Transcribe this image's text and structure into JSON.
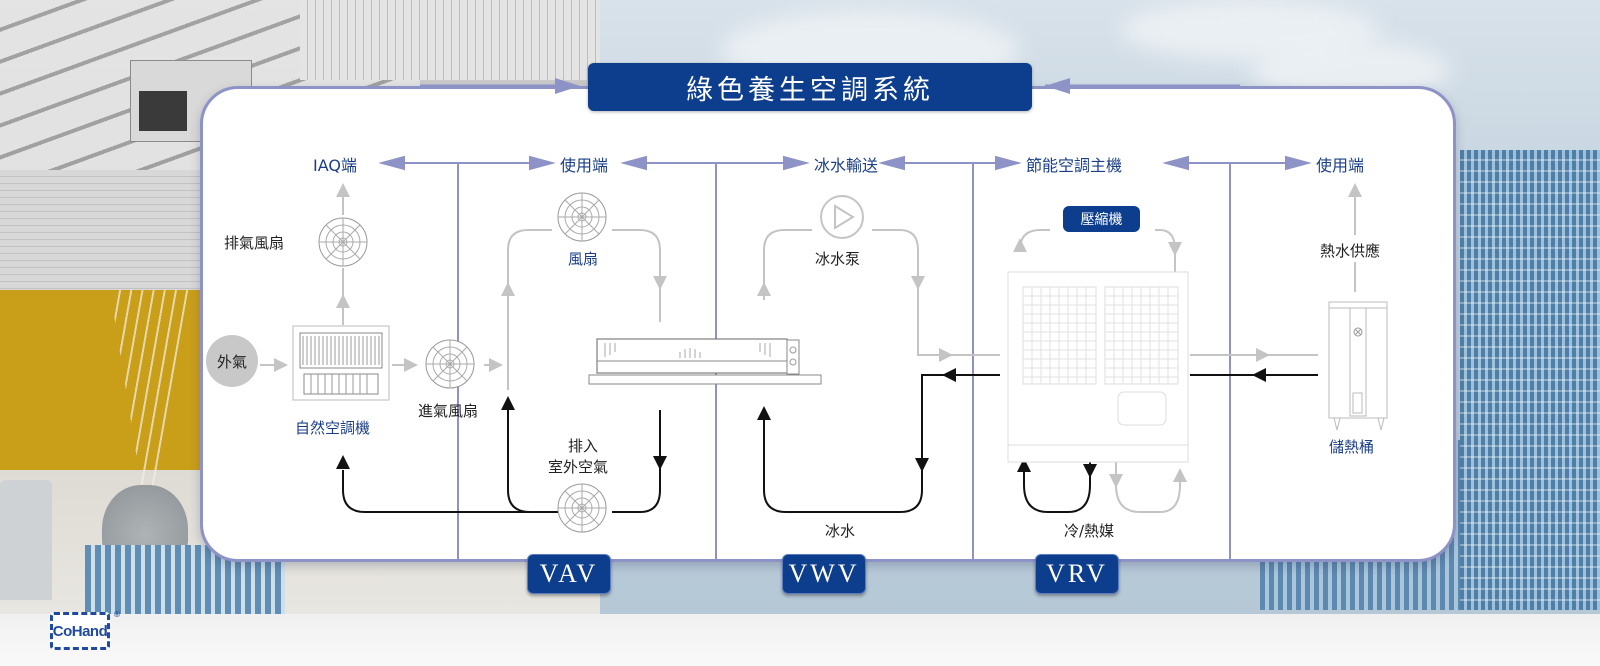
{
  "title": "綠色養生空調系統",
  "sections": [
    {
      "id": "iaq",
      "label": "IAQ端"
    },
    {
      "id": "use1",
      "label": "使用端"
    },
    {
      "id": "chilled",
      "label": "冰水輸送"
    },
    {
      "id": "main",
      "label": "節能空調主機"
    },
    {
      "id": "use2",
      "label": "使用端"
    }
  ],
  "components": {
    "outside_air": "外氣",
    "exhaust_fan": "排氣風扇",
    "natural_ac": "自然空調機",
    "intake_fan": "進氣風扇",
    "fan": "風扇",
    "exhaust_outdoor": [
      "排入",
      "室外空氣"
    ],
    "chilled_pump": "冰水泵",
    "chilled_water": "冰水",
    "compressor": "壓縮機",
    "refrigerant": "冷/熱媒",
    "hot_water_supply": "熱水供應",
    "storage_tank": "儲熱桶"
  },
  "badges": [
    "VAV",
    "VWV",
    "VRV"
  ],
  "brand": {
    "logo_text": "CoHand",
    "registered": "®"
  },
  "colors": {
    "primary": "#0d3d8d",
    "connector": "#8d93c6",
    "flow_gray": "#c4c4c4",
    "flow_black": "#111111"
  }
}
